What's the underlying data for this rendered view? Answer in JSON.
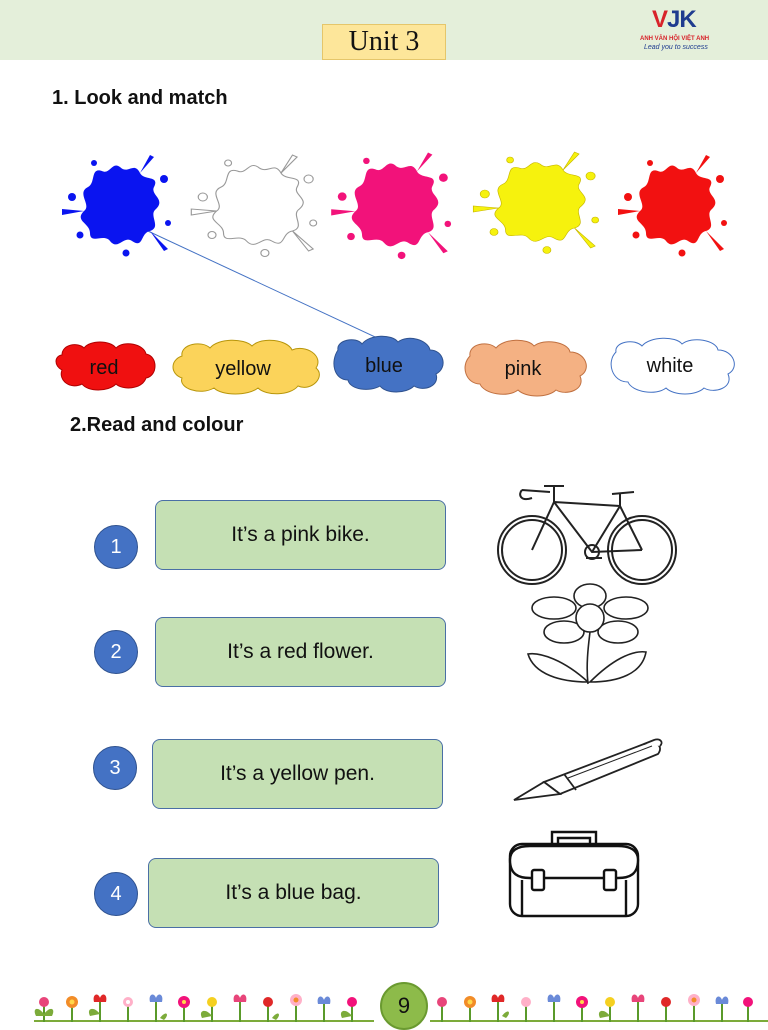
{
  "header": {
    "unit_title": "Unit 3",
    "logo": {
      "brand": "VJK",
      "subtitle": "ANH VĂN HỘI VIỆT ANH",
      "tagline": "Lead you to success"
    }
  },
  "section1": {
    "title": "1. Look and match",
    "splats": [
      {
        "icon": "blue-paint-splat-icon",
        "color": "#0a14f0"
      },
      {
        "icon": "white-paint-splat-icon",
        "color": "#ffffff"
      },
      {
        "icon": "pink-paint-splat-icon",
        "color": "#f2127a"
      },
      {
        "icon": "yellow-paint-splat-icon",
        "color": "#f6f20d"
      },
      {
        "icon": "red-paint-splat-icon",
        "color": "#f21111"
      }
    ],
    "clouds": [
      {
        "label": "red",
        "color": "#f01010"
      },
      {
        "label": "yellow",
        "color": "#fbd35a"
      },
      {
        "label": "blue",
        "color": "#4472c4"
      },
      {
        "label": "pink",
        "color": "#f4b183"
      },
      {
        "label": "white",
        "color": "#ffffff"
      }
    ]
  },
  "section2": {
    "title": "2.Read and colour",
    "items": [
      {
        "number": "1",
        "sentence": "It’s a pink bike.",
        "picture": "bike-icon"
      },
      {
        "number": "2",
        "sentence": "It’s a red flower.",
        "picture": "flower-icon"
      },
      {
        "number": "3",
        "sentence": "It’s a yellow pen.",
        "picture": "pen-icon"
      },
      {
        "number": "4",
        "sentence": "It’s a blue bag.",
        "picture": "bag-icon"
      }
    ]
  },
  "footer": {
    "page_number": "9"
  }
}
